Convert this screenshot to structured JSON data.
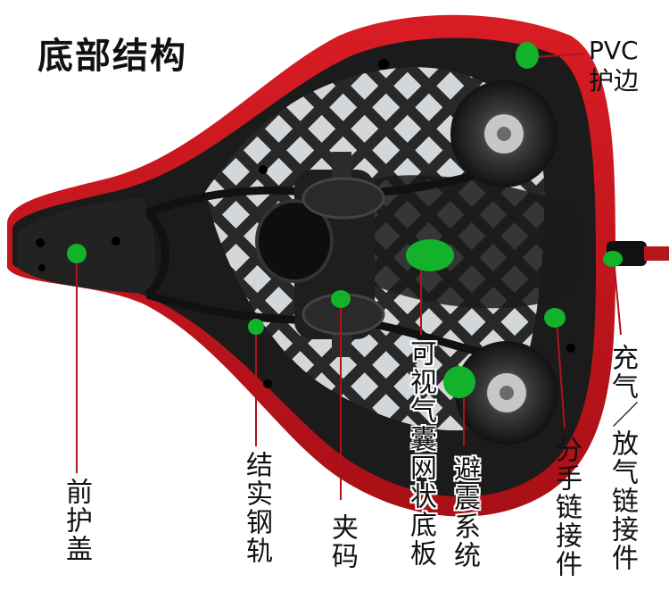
{
  "title": "底部结构",
  "labels": {
    "pvc_edge_line1": "PVC",
    "pvc_edge_line2": "护边",
    "front_cover": "前护盖",
    "steel_rail": "结实钢轨",
    "clamp": "夹码",
    "airbag_mesh_base": "可视气囊网状底板",
    "shock_system": "避震系统",
    "split_chain_joint": "分手链接件",
    "inflate_deflate_joint": "充气／放气链接件"
  },
  "colors": {
    "saddle_red": "#c8161d",
    "saddle_black": "#1c1c1c",
    "marker_green": "#12b32a",
    "leader_line": "#b0121a"
  }
}
